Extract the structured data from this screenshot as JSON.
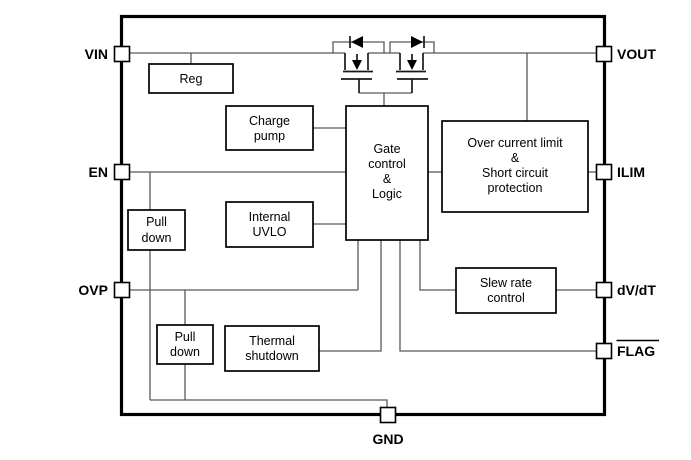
{
  "colors": {
    "background": "#ffffff",
    "wire": "#595959",
    "box_border": "#000000",
    "chip_border": "#000000",
    "text": "#000000"
  },
  "pins": {
    "vin": {
      "label": "VIN"
    },
    "en": {
      "label": "EN"
    },
    "ovp": {
      "label": "OVP"
    },
    "vout": {
      "label": "VOUT"
    },
    "ilim": {
      "label": "ILIM"
    },
    "dvdt": {
      "label": "dV/dT"
    },
    "flag": {
      "label": "FLAG",
      "overline": true
    },
    "gnd": {
      "label": "GND"
    }
  },
  "blocks": {
    "reg": {
      "lines": [
        "Reg"
      ]
    },
    "charge_pump": {
      "lines": [
        "Charge",
        "pump"
      ]
    },
    "gate_control": {
      "lines": [
        "Gate",
        "control",
        "&",
        "Logic"
      ]
    },
    "over_current_limit": {
      "lines": [
        "Over current limit",
        "&",
        "Short circuit",
        "protection"
      ]
    },
    "internal_uvlo": {
      "lines": [
        "Internal",
        "UVLO"
      ]
    },
    "pull_down_en": {
      "lines": [
        "Pull",
        "down"
      ]
    },
    "pull_down_ovp": {
      "lines": [
        "Pull",
        "down"
      ]
    },
    "thermal_shutdown": {
      "lines": [
        "Thermal",
        "shutdown"
      ]
    },
    "slew_rate_control": {
      "lines": [
        "Slew rate",
        "control"
      ]
    }
  }
}
